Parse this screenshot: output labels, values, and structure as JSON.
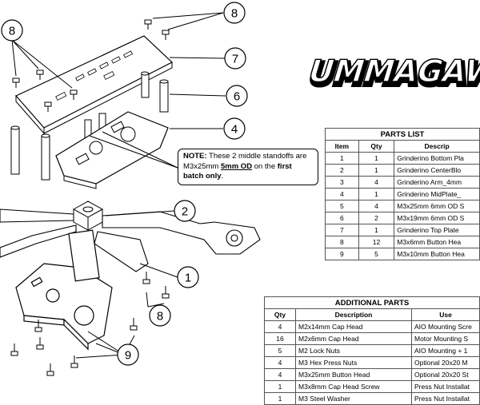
{
  "logo_text": "UMMAGAW",
  "callouts": [
    {
      "id": "c8a",
      "label": "8"
    },
    {
      "id": "c8b",
      "label": "8"
    },
    {
      "id": "c7",
      "label": "7"
    },
    {
      "id": "c6",
      "label": "6"
    },
    {
      "id": "c4",
      "label": "4"
    },
    {
      "id": "c2",
      "label": "2"
    },
    {
      "id": "c1",
      "label": "1"
    },
    {
      "id": "c8c",
      "label": "8"
    },
    {
      "id": "c9",
      "label": "9"
    }
  ],
  "note": {
    "prefix": "NOTE:",
    "text1": " These 2 middle standoffs are M3x25mm ",
    "bold1": "5mm OD",
    "text2": " on the ",
    "bold2": "first batch only",
    "text3": "."
  },
  "parts_list": {
    "title": "PARTS LIST",
    "headers": [
      "Item",
      "Qty",
      "Descrip"
    ],
    "rows": [
      [
        "1",
        "1",
        "Grinderino Bottom Pla"
      ],
      [
        "2",
        "1",
        "Grinderino CenterBlo"
      ],
      [
        "3",
        "4",
        "Grinderino Arm_4mm"
      ],
      [
        "4",
        "1",
        "Grinderino MidPlate_"
      ],
      [
        "5",
        "4",
        "M3x25mm 6mm OD S"
      ],
      [
        "6",
        "2",
        "M3x19mm 6mm OD S"
      ],
      [
        "7",
        "1",
        "Grinderino Top Plate"
      ],
      [
        "8",
        "12",
        "M3x6mm Button Hea"
      ],
      [
        "9",
        "5",
        "M3x10mm Button Hea"
      ]
    ]
  },
  "additional_parts": {
    "title": "ADDITIONAL PARTS",
    "headers": [
      "Qty",
      "Description",
      "Use"
    ],
    "rows": [
      [
        "4",
        "M2x14mm Cap Head",
        "AIO Mounting Scre"
      ],
      [
        "16",
        "M2x6mm Cap Head",
        "Motor Mounting S"
      ],
      [
        "5",
        "M2 Lock Nuts",
        "AIO Mounting + 1"
      ],
      [
        "4",
        "M3 Hex Press Nuts",
        "Optional 20x20 M"
      ],
      [
        "4",
        "M3x25mm Button Head",
        "Optional 20x20 St"
      ],
      [
        "1",
        "M3x8mm Cap Head Screw",
        "Press Nut Installat"
      ],
      [
        "1",
        "M3 Steel Washer",
        "Press Nut Installat"
      ]
    ]
  }
}
